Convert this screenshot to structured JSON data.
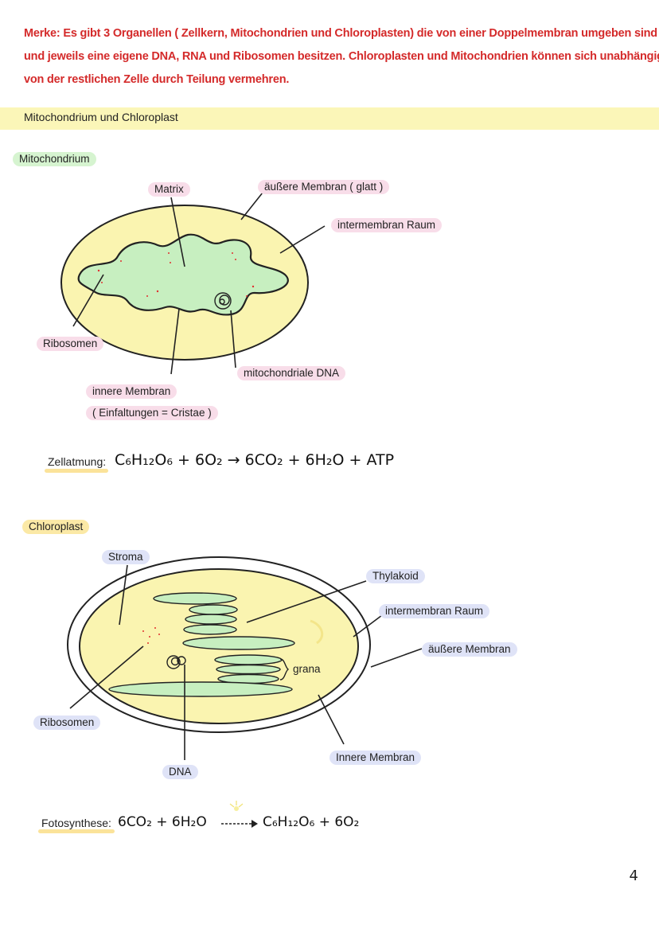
{
  "note": {
    "lines": [
      "Merke: Es gibt 3 Organellen ( Zellkern, Mitochondrien und Chloroplasten) die von einer Doppelmembran umgeben sind",
      "und jeweils eine eigene DNA, RNA und Ribosomen besitzen. Chloroplasten und Mitochondrien können sich unabhängig",
      "von der restlichen Zelle durch Teilung vermehren."
    ],
    "color": "#d42a2a"
  },
  "section": {
    "title": "Mitochondrium und Chloroplast"
  },
  "mito": {
    "heading": "Mitochondrium",
    "labels": {
      "matrix": "Matrix",
      "outer_membrane": "äußere Membran ( glatt )",
      "intermembrane": "intermembran Raum",
      "ribosomes": "Ribosomen",
      "dna": "mitochondriale DNA",
      "inner_membrane": "innere Membran",
      "cristae": "( Einfaltungen = Cristae )"
    },
    "colors": {
      "outer": "#faf4b0",
      "matrix": "#c7efc0"
    }
  },
  "zellatmung": {
    "label": "Zellatmung:",
    "formula": "C₆H₁₂O₆ + 6O₂ → 6CO₂ + 6H₂O + ATP"
  },
  "chloro": {
    "heading": "Chloroplast",
    "labels": {
      "stroma": "Stroma",
      "thylakoid": "Thylakoid",
      "intermembrane": "intermembran Raum",
      "outer_membrane": "äußere Membran",
      "grana": "grana",
      "ribosomes": "Ribosomen",
      "inner_membrane": "Innere Membran",
      "dna": "DNA"
    },
    "colors": {
      "stroma": "#faf4b0",
      "thylakoid": "#c7efc0"
    }
  },
  "fotosynthese": {
    "label": "Fotosynthese:",
    "formula_left": "6CO₂ + 6H₂O",
    "formula_right": "C₆H₁₂O₆ + 6O₂"
  },
  "page_number": "4"
}
